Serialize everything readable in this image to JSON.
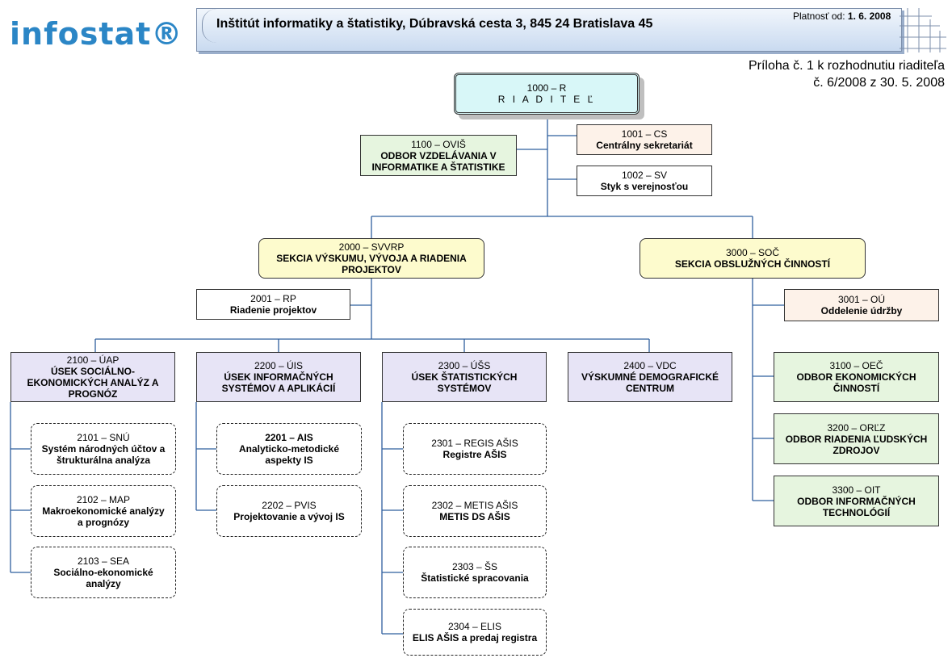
{
  "header": {
    "logo": "infostat®",
    "title": "Inštitút informatiky a štatistiky, Dúbravská cesta 3, 845 24  Bratislava 45",
    "validity_label": "Platnosť od:",
    "validity_date": "1. 6. 2008"
  },
  "annex": {
    "line1": "Príloha č. 1 k rozhodnutiu riaditeľa",
    "line2": "č. 6/2008 z 30. 5. 2008"
  },
  "units": {
    "u1000": {
      "code": "1000 – R",
      "name": "R I A D I T E Ľ"
    },
    "u1100": {
      "code": "1100 – OVIŠ",
      "name": "ODBOR VZDELÁVANIA V INFORMATIKE A ŠTATISTIKE"
    },
    "u1001": {
      "code": "1001 – CS",
      "name": "Centrálny sekretariát"
    },
    "u1002": {
      "code": "1002 – SV",
      "name": "Styk s verejnosťou"
    },
    "u2000": {
      "code": "2000 – SVVRP",
      "name": "SEKCIA VÝSKUMU, VÝVOJA A RIADENIA PROJEKTOV"
    },
    "u3000": {
      "code": "3000 – SOČ",
      "name": "SEKCIA OBSLUŽNÝCH ČINNOSTÍ"
    },
    "u2001": {
      "code": "2001 – RP",
      "name": "Riadenie projektov"
    },
    "u3001": {
      "code": "3001 – OÚ",
      "name": "Oddelenie údržby"
    },
    "u2100": {
      "code": "2100 – ÚAP",
      "name": "ÚSEK SOCIÁLNO-EKONOMICKÝCH ANALÝZ A PROGNÓZ"
    },
    "u2200": {
      "code": "2200 – ÚIS",
      "name": "ÚSEK INFORMAČNÝCH SYSTÉMOV A APLIKÁCIÍ"
    },
    "u2300": {
      "code": "2300 – ÚŠS",
      "name": "ÚSEK ŠTATISTICKÝCH SYSTÉMOV"
    },
    "u2400": {
      "code": "2400 – VDC",
      "name": "VÝSKUMNÉ DEMOGRAFICKÉ CENTRUM"
    },
    "u3100": {
      "code": "3100 – OEČ",
      "name": "ODBOR EKONOMICKÝCH ČINNOSTÍ"
    },
    "u3200": {
      "code": "3200 – ORĽZ",
      "name": "ODBOR RIADENIA ĽUDSKÝCH ZDROJOV"
    },
    "u3300": {
      "code": "3300 – OIT",
      "name": "ODBOR INFORMAČNÝCH TECHNOLÓGIÍ"
    },
    "u2101": {
      "code": "2101 – SNÚ",
      "name": "Systém národných účtov a štrukturálna analýza"
    },
    "u2102": {
      "code": "2102 – MAP",
      "name": "Makroekonomické analýzy a prognózy"
    },
    "u2103": {
      "code": "2103 – SEA",
      "name": "Sociálno-ekonomické analýzy"
    },
    "u2201": {
      "code": "2201 – AIS",
      "name": "Analyticko-metodické aspekty IS"
    },
    "u2202": {
      "code": "2202 – PVIS",
      "name": "Projektovanie a vývoj IS"
    },
    "u2301": {
      "code": "2301 – REGIS AŠIS",
      "name": "Registre AŠIS"
    },
    "u2302": {
      "code": "2302 – METIS AŠIS",
      "name": "METIS DS AŠIS"
    },
    "u2303": {
      "code": "2303 – ŠS",
      "name": "Štatistické spracovania"
    },
    "u2304": {
      "code": "2304 – ELIS",
      "name": "ELIS AŠIS a predaj registra"
    }
  }
}
